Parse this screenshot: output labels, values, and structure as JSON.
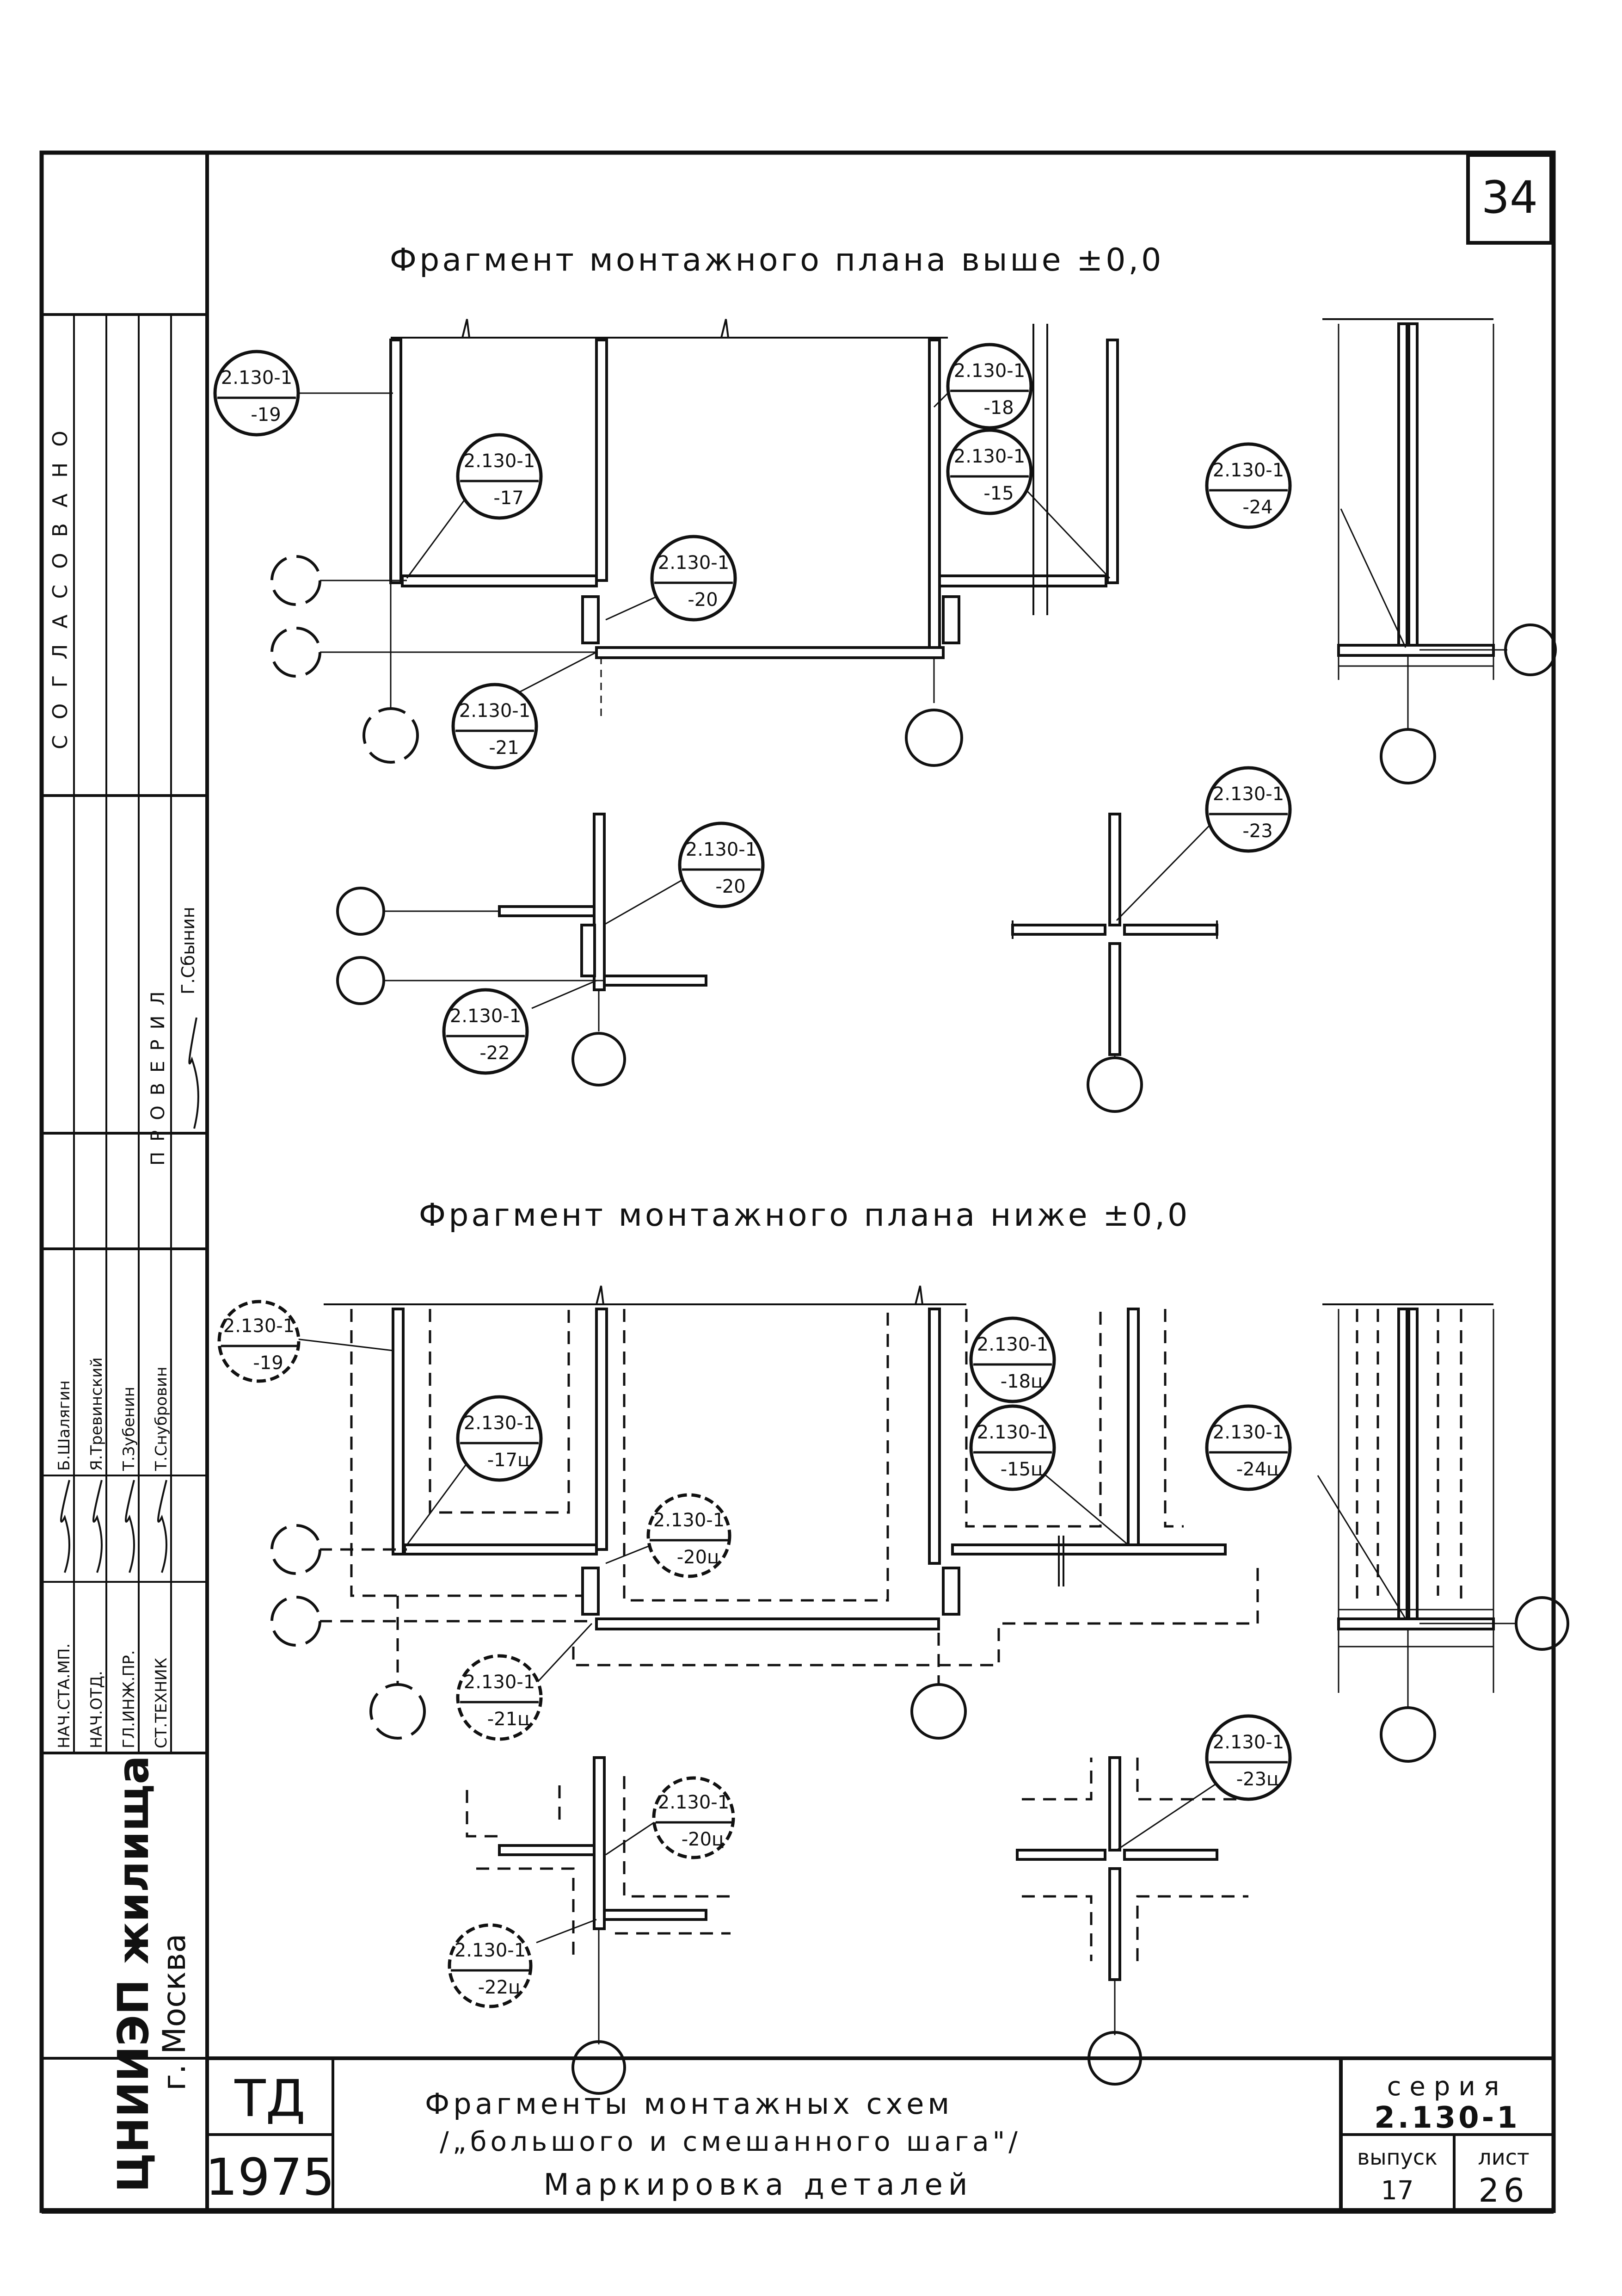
{
  "sheet": {
    "page_number": "34",
    "title_upper": "Фрагмент монтажного плана выше ±0,0",
    "title_lower": "Фрагмент монтажного плана ниже ±0,0"
  },
  "side_stamp": {
    "approval_label": "СОГЛАСОВАНО",
    "checked_label": "ПРОВЕРИЛ",
    "checked_name": "Г.Сбынин",
    "positions": [
      "НАЧ.СТА.МП.",
      "НАЧ.ОТД.",
      "ГЛ.ИНЖ.ПР.",
      "СТ.ТЕХНИК"
    ],
    "names": [
      "Б.Шалягин",
      "Я.Тревинский",
      "Т.Зубенин",
      "Т.Снубровин"
    ],
    "org_name": "ЦНИИЭП жилища",
    "org_city": "г. Москва"
  },
  "title_block": {
    "code": "ТД",
    "year": "1975",
    "description_line1": "Фрагменты монтажных схем",
    "description_line2": "/„большого и смешанного шага\"/",
    "description_line3": "Маркировка деталей",
    "series_label": "серия",
    "series_value": "2.130-1",
    "issue_label": "выпуск",
    "issue_value": "17",
    "sheet_label": "лист",
    "sheet_value": "26"
  },
  "callouts_upper": [
    {
      "top": "2.130-1",
      "bottom": "-19"
    },
    {
      "top": "2.130-1",
      "bottom": "-17"
    },
    {
      "top": "2.130-1",
      "bottom": "-20"
    },
    {
      "top": "2.130-1",
      "bottom": "-21"
    },
    {
      "top": "2.130-1",
      "bottom": "-18"
    },
    {
      "top": "2.130-1",
      "bottom": "-15"
    },
    {
      "top": "2.130-1",
      "bottom": "-24"
    },
    {
      "top": "2.130-1",
      "bottom": "-20"
    },
    {
      "top": "2.130-1",
      "bottom": "-22"
    },
    {
      "top": "2.130-1",
      "bottom": "-23"
    }
  ],
  "callouts_lower": [
    {
      "top": "2.130-1",
      "bottom": "-19"
    },
    {
      "top": "2.130-1",
      "bottom": "-17ц"
    },
    {
      "top": "2.130-1",
      "bottom": "-20ц"
    },
    {
      "top": "2.130-1",
      "bottom": "-21ц"
    },
    {
      "top": "2.130-1",
      "bottom": "-18ц"
    },
    {
      "top": "2.130-1",
      "bottom": "-15ц"
    },
    {
      "top": "2.130-1",
      "bottom": "-24ц"
    },
    {
      "top": "2.130-1",
      "bottom": "-20ц"
    },
    {
      "top": "2.130-1",
      "bottom": "-22ц"
    },
    {
      "top": "2.130-1",
      "bottom": "-23ц"
    }
  ]
}
